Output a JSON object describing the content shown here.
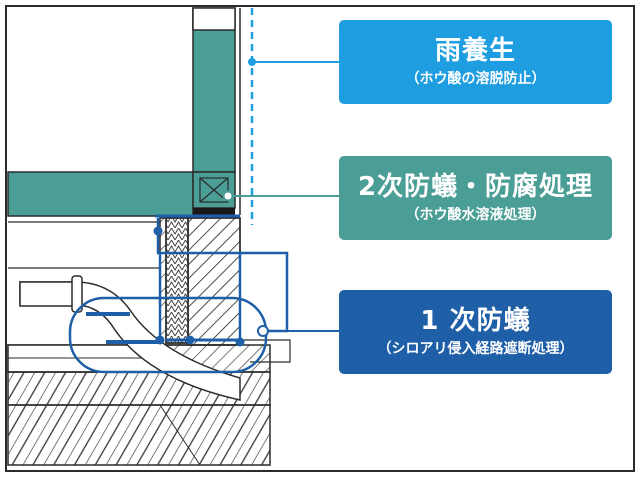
{
  "callouts": {
    "rain_protection": {
      "title": "雨養生",
      "subtitle": "（ホウ酸の溶脱防止）"
    },
    "secondary": {
      "title": "2次防蟻・防腐処理",
      "subtitle": "（ホウ酸水溶液処理）"
    },
    "primary": {
      "title": "1 次防蟻",
      "subtitle": "（シロアリ侵入経路遮断処理）"
    }
  },
  "colors": {
    "rain_blue": "#1e9ee0",
    "teal": "#4a9e95",
    "navy": "#1f5fa8",
    "frame": "#2b2b2b"
  }
}
